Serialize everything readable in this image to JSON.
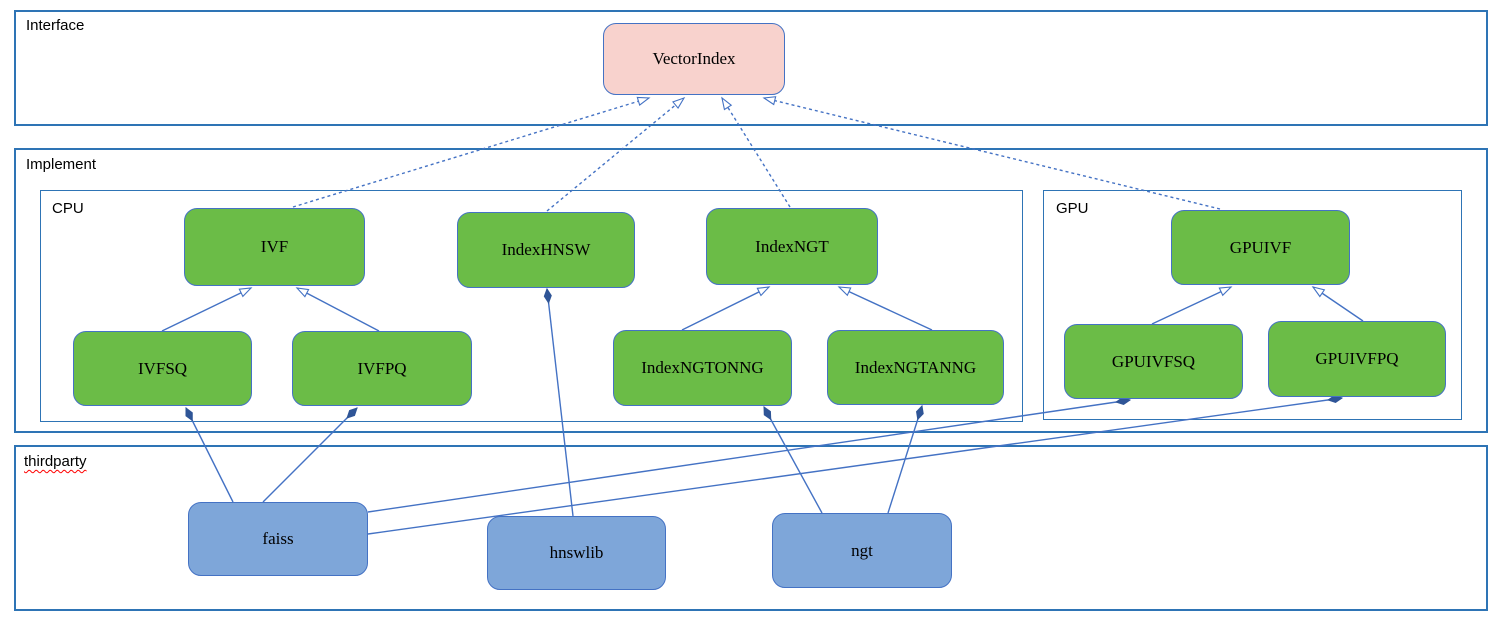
{
  "diagram": {
    "containers": {
      "interface": {
        "label": "Interface"
      },
      "implement": {
        "label": "Implement"
      },
      "cpu": {
        "label": "CPU"
      },
      "gpu": {
        "label": "GPU"
      },
      "thirdparty": {
        "label": "thirdparty",
        "spellcheck_squiggle": true
      }
    },
    "nodes": {
      "vectorindex": {
        "label": "VectorIndex",
        "group": "interface"
      },
      "ivf": {
        "label": "IVF",
        "group": "cpu"
      },
      "indexhnsw": {
        "label": "IndexHNSW",
        "group": "cpu"
      },
      "indexngt": {
        "label": "IndexNGT",
        "group": "cpu"
      },
      "ivfsq": {
        "label": "IVFSQ",
        "group": "cpu"
      },
      "ivfpq": {
        "label": "IVFPQ",
        "group": "cpu"
      },
      "indexngtonng": {
        "label": "IndexNGTONNG",
        "group": "cpu"
      },
      "indexngtanng": {
        "label": "IndexNGTANNG",
        "group": "cpu"
      },
      "gpuivf": {
        "label": "GPUIVF",
        "group": "gpu"
      },
      "gpuivfsq": {
        "label": "GPUIVFSQ",
        "group": "gpu"
      },
      "gpuivfpq": {
        "label": "GPUIVFPQ",
        "group": "gpu"
      },
      "faiss": {
        "label": "faiss",
        "group": "thirdparty"
      },
      "hnswlib": {
        "label": "hnswlib",
        "group": "thirdparty"
      },
      "ngt": {
        "label": "ngt",
        "group": "thirdparty"
      }
    },
    "edges": {
      "realization_dotted_hollow_triangle": [
        {
          "from": "IVF",
          "to": "VectorIndex"
        },
        {
          "from": "IndexHNSW",
          "to": "VectorIndex"
        },
        {
          "from": "IndexNGT",
          "to": "VectorIndex"
        },
        {
          "from": "GPUIVF",
          "to": "VectorIndex"
        }
      ],
      "generalization_hollow_triangle": [
        {
          "from": "IVFSQ",
          "to": "IVF"
        },
        {
          "from": "IVFPQ",
          "to": "IVF"
        },
        {
          "from": "IndexNGTONNG",
          "to": "IndexNGT"
        },
        {
          "from": "IndexNGTANNG",
          "to": "IndexNGT"
        },
        {
          "from": "GPUIVFSQ",
          "to": "GPUIVF"
        },
        {
          "from": "GPUIVFPQ",
          "to": "GPUIVF"
        }
      ],
      "composition_filled_diamond": [
        {
          "from": "faiss",
          "to": "IVFSQ"
        },
        {
          "from": "faiss",
          "to": "IVFPQ"
        },
        {
          "from": "faiss",
          "to": "GPUIVFSQ"
        },
        {
          "from": "faiss",
          "to": "GPUIVFPQ"
        },
        {
          "from": "hnswlib",
          "to": "IndexHNSW"
        },
        {
          "from": "ngt",
          "to": "IndexNGTONNG"
        },
        {
          "from": "ngt",
          "to": "IndexNGTANNG"
        }
      ]
    },
    "colors": {
      "interface_node_fill": "#f8d2cd",
      "implement_node_fill": "#6bbc47",
      "thirdparty_node_fill": "#7ea6d9",
      "node_border": "#4472c4",
      "container_border": "#2e74b5",
      "connector": "#4472c4",
      "diamond_fill": "#2f5597",
      "spellcheck_underline": "#ff0000",
      "text": "#000000"
    }
  }
}
